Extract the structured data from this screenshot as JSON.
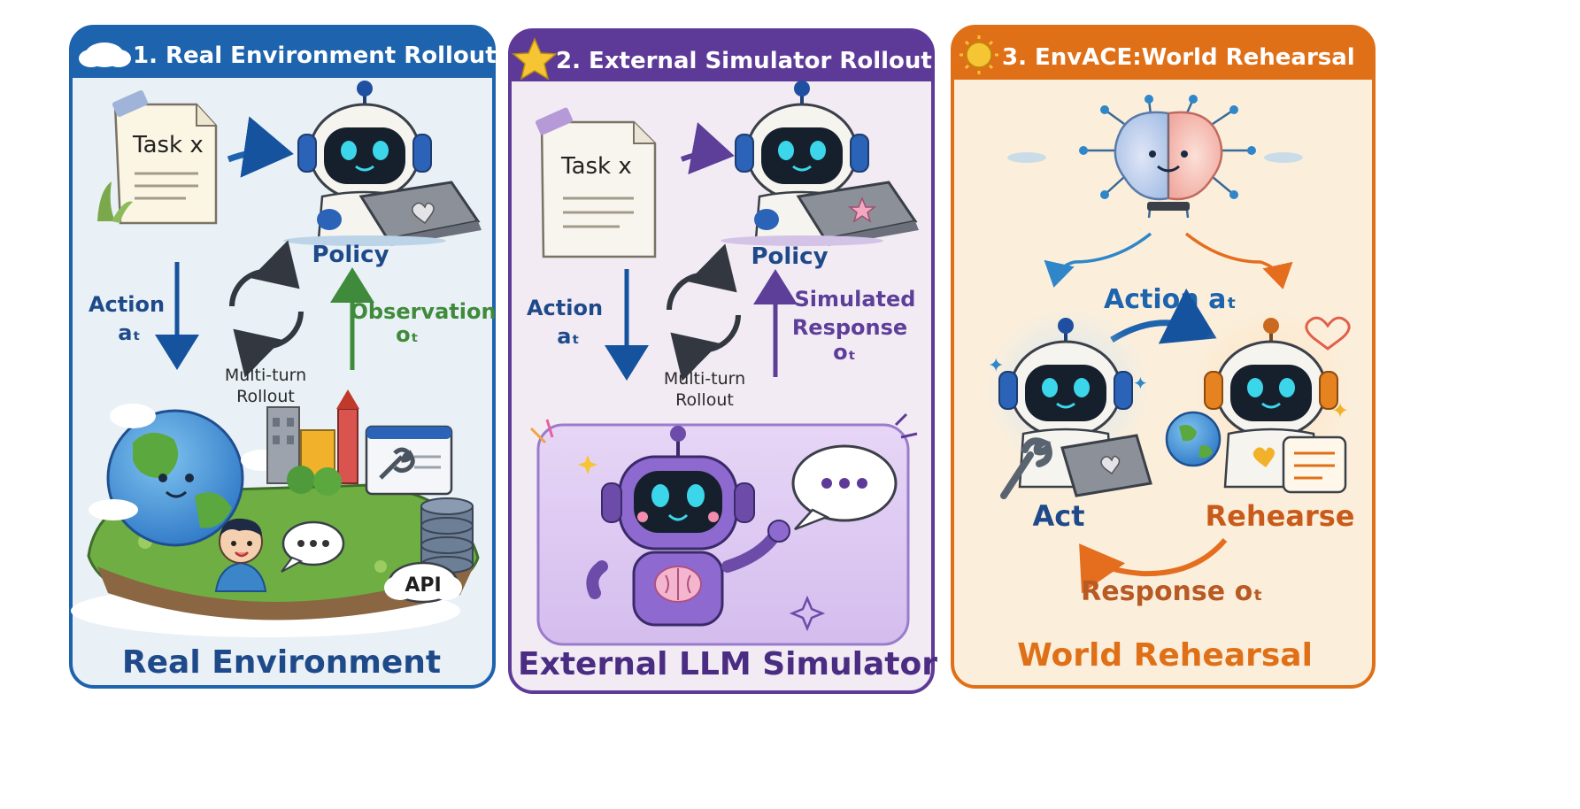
{
  "panels": [
    {
      "id": "real",
      "title": "1. Real Environment Rollout",
      "task_label": "Task x",
      "policy_label": "Policy",
      "action_label": [
        "Action",
        "aₜ"
      ],
      "observation_label": [
        "Observation",
        "oₜ"
      ],
      "rollout_label": [
        "Multi-turn",
        "Rollout"
      ],
      "api_label": "API",
      "footer": "Real Environment",
      "colors": {
        "accent": "#1d63ad",
        "bg": "#e9f1f7",
        "action": "#15539e",
        "observation": "#3f8a3b",
        "footer": "#1f4a8a"
      }
    },
    {
      "id": "sim",
      "title": "2. External Simulator Rollout",
      "task_label": "Task x",
      "policy_label": "Policy",
      "action_label": [
        "Action",
        "aₜ"
      ],
      "response_label": [
        "Simulated",
        "Response",
        "oₜ"
      ],
      "rollout_label": [
        "Multi-turn",
        "Rollout"
      ],
      "footer": "External LLM Simulator",
      "colors": {
        "accent": "#5e3a98",
        "bg": "#f3ebf4",
        "action": "#15539e",
        "response": "#5d3f99",
        "footer": "#4a2d82"
      }
    },
    {
      "id": "rehearsal",
      "title": "3. EnvACE:World Rehearsal",
      "action_label": "Action aₜ",
      "act_label": "Act",
      "rehearse_label": "Rehearse",
      "response_label": "Response oₜ",
      "footer": "World Rehearsal",
      "colors": {
        "accent": "#e07018",
        "bg": "#fbefdc",
        "action": "#1d63ad",
        "rehearse": "#c85a1a",
        "response": "#b85a24",
        "footer": "#e07018"
      }
    }
  ]
}
